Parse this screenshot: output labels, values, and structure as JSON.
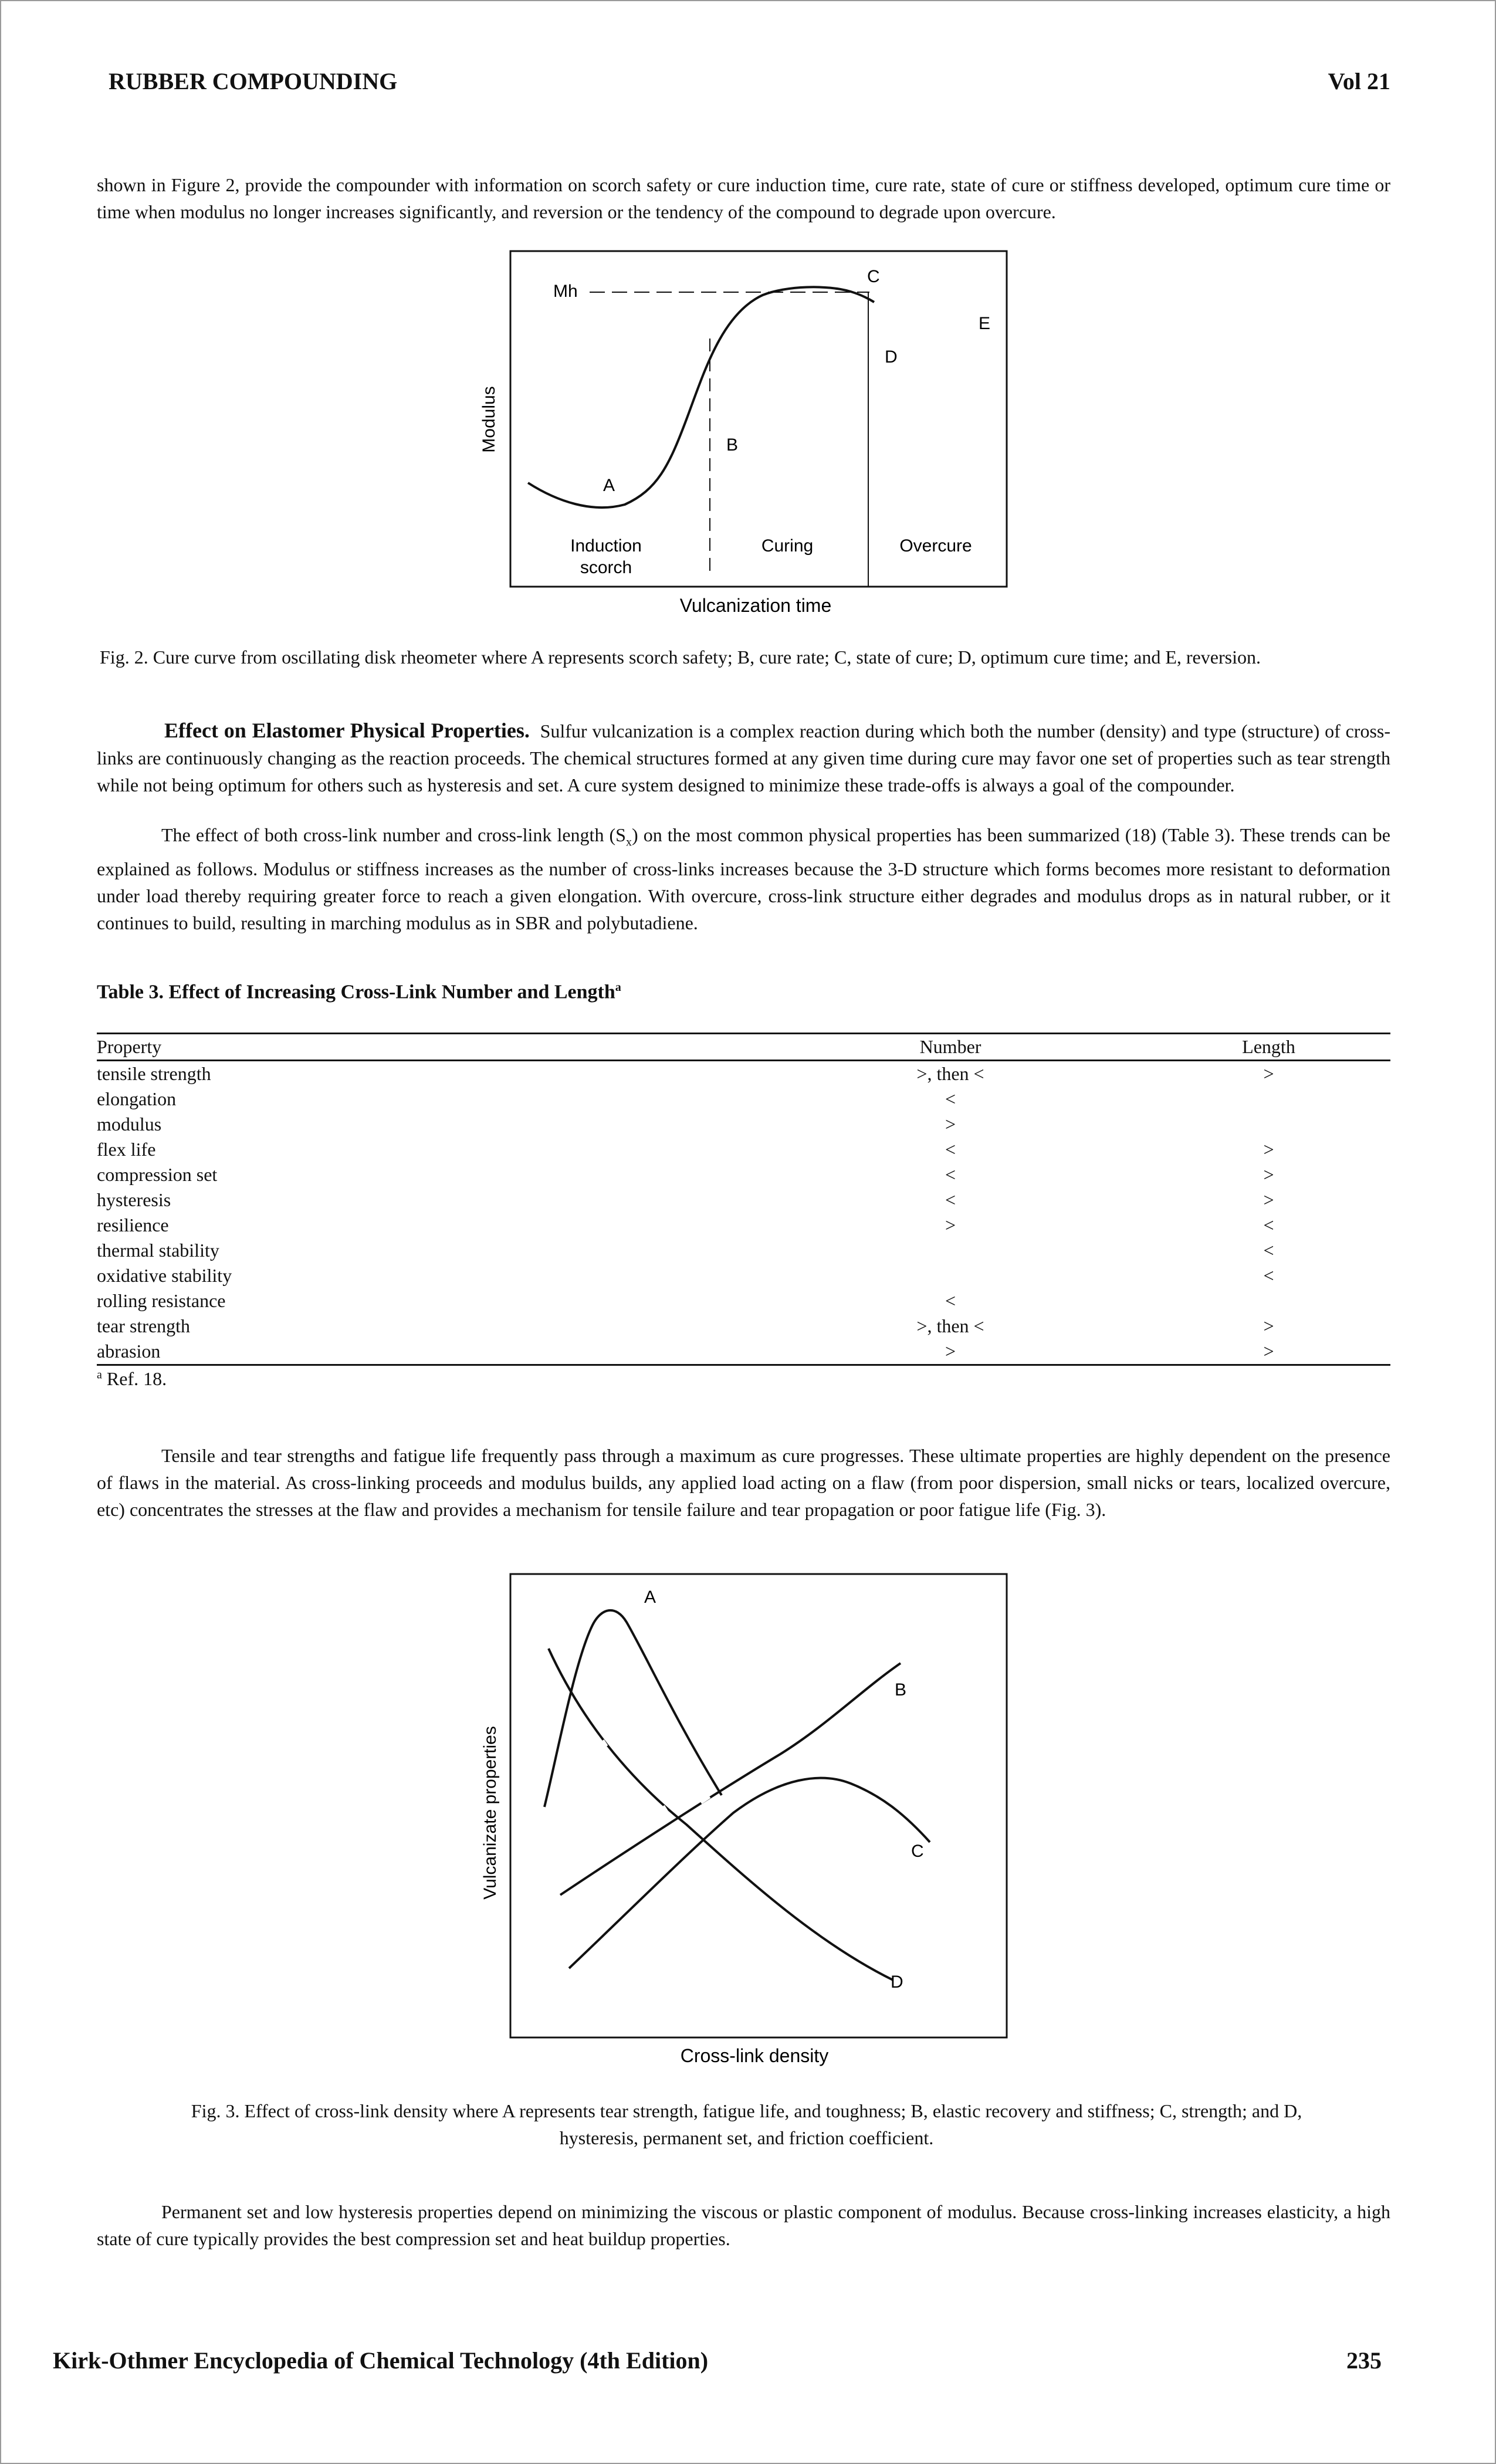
{
  "header": {
    "left": "RUBBER COMPOUNDING",
    "right": "Vol 21"
  },
  "intro_paragraph": "shown in Figure 2, provide the compounder with information on scorch safety or cure induction time, cure rate, state of cure or stiffness developed, optimum cure time or time when modulus no longer increases significantly, and reversion or the tendency of the compound to degrade upon overcure.",
  "fig2": {
    "y_label": "Modulus",
    "x_label": "Vulcanization time",
    "mh_label": "Mh",
    "points": {
      "a": "A",
      "b": "B",
      "c": "C",
      "d": "D",
      "e": "E"
    },
    "regions": {
      "induction_1": "Induction",
      "induction_2": "scorch",
      "curing": "Curing",
      "overcure": "Overcure"
    },
    "caption": "Fig. 2. Cure curve from oscillating disk rheometer where A represents scorch safety; B, cure rate; C, state of cure; D, optimum cure time; and E, reversion."
  },
  "section": {
    "heading": "Effect on Elastomer Physical Properties.",
    "para1_rest": "Sulfur vulcanization is a complex reaction during which both the number (density) and type (structure) of cross-links are continuously changing as the reaction proceeds. The chemical structures formed at any given time during cure may favor one set of properties such as tear strength while not being optimum for others such as hysteresis and set. A cure system designed to minimize these trade-offs is always a goal of the compounder.",
    "para2_a": "The effect of both cross-link number and cross-link length (S",
    "para2_sub": "x",
    "para2_b": ") on the most common physical properties has been summarized (18) (Table 3). These trends can be explained as follows. Modulus or stiffness increases as the number of cross-links increases because the 3-D structure which forms becomes more resistant to deformation under load thereby requiring greater force to reach a given elongation. With overcure, cross-link structure either degrades and modulus drops as in natural rubber, or it continues to build, resulting in marching modulus as in SBR and polybutadiene."
  },
  "table3": {
    "title": "Table 3. Effect of Increasing Cross-Link Number and Length",
    "title_sup": "a",
    "headers": {
      "property": "Property",
      "number": "Number",
      "length": "Length"
    },
    "rows": [
      {
        "property": "tensile strength",
        "number": ">, then <",
        "length": ">"
      },
      {
        "property": "elongation",
        "number": "<",
        "length": ""
      },
      {
        "property": "modulus",
        "number": ">",
        "length": ""
      },
      {
        "property": "flex life",
        "number": "<",
        "length": ">"
      },
      {
        "property": "compression set",
        "number": "<",
        "length": ">"
      },
      {
        "property": "hysteresis",
        "number": "<",
        "length": ">"
      },
      {
        "property": "resilience",
        "number": ">",
        "length": "<"
      },
      {
        "property": "thermal stability",
        "number": "",
        "length": "<"
      },
      {
        "property": "oxidative stability",
        "number": "",
        "length": "<"
      },
      {
        "property": "rolling resistance",
        "number": "<",
        "length": ""
      },
      {
        "property": "tear strength",
        "number": ">, then <",
        "length": ">"
      },
      {
        "property": "abrasion",
        "number": ">",
        "length": ">"
      }
    ],
    "footnote_sup": "a",
    "footnote": "Ref. 18."
  },
  "para3": "Tensile and tear strengths and fatigue life frequently pass through a maximum as cure progresses. These ultimate properties are highly dependent on the presence of flaws in the material. As cross-linking proceeds and modulus builds, any applied load acting on a flaw (from poor dispersion, small nicks or tears, localized overcure, etc) concentrates the stresses at the flaw and provides a mechanism for tensile failure and tear propagation or poor fatigue life (Fig. 3).",
  "fig3": {
    "y_label": "Vulcanizate properties",
    "x_label": "Cross-link density",
    "curves": {
      "a": "A",
      "b": "B",
      "c": "C",
      "d": "D"
    },
    "caption_line1": "Fig. 3. Effect of cross-link density where A represents tear strength, fatigue life, and toughness; B, elastic recovery and stiffness; C, strength; and D,",
    "caption_line2": "hysteresis, permanent set, and friction coefficient."
  },
  "para4": "Permanent set and low hysteresis properties depend on minimizing the viscous or plastic component of modulus. Because cross-linking increases elasticity, a high state of cure typically provides the best compression set and heat buildup properties.",
  "footer": {
    "left": "Kirk-Othmer Encyclopedia of Chemical Technology (4th Edition)",
    "right": "235"
  }
}
